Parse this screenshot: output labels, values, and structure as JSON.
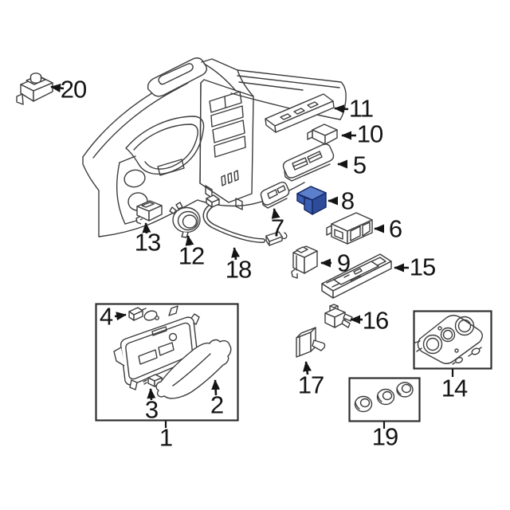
{
  "diagram": {
    "background": "#ffffff",
    "art_line_color": "#3c3c3c",
    "annotation_color": "#141414",
    "highlighted_part": "8",
    "highlight_colors": {
      "top": "#5b7fca",
      "front": "#3a5fb0",
      "side": "#2d4d9b",
      "outline": "#1a2a66"
    },
    "callouts": [
      {
        "number": "1"
      },
      {
        "number": "2"
      },
      {
        "number": "3"
      },
      {
        "number": "4"
      },
      {
        "number": "5"
      },
      {
        "number": "6"
      },
      {
        "number": "7"
      },
      {
        "number": "8"
      },
      {
        "number": "9"
      },
      {
        "number": "10"
      },
      {
        "number": "11"
      },
      {
        "number": "12"
      },
      {
        "number": "13"
      },
      {
        "number": "14"
      },
      {
        "number": "15"
      },
      {
        "number": "16"
      },
      {
        "number": "17"
      },
      {
        "number": "18"
      },
      {
        "number": "19"
      },
      {
        "number": "20"
      }
    ]
  }
}
